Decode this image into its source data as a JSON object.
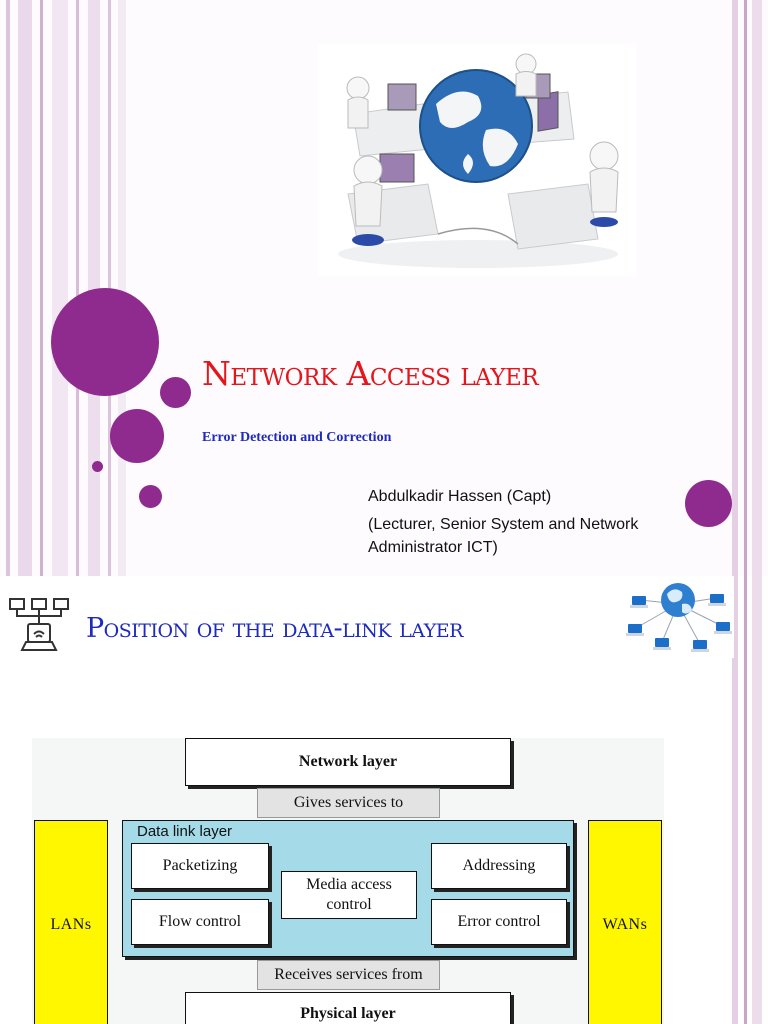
{
  "slide1": {
    "title": "Network Access layer",
    "subtitle": "Error Detection and Correction",
    "author_name": "Abdulkadir Hassen  (Capt)",
    "author_role": "(Lecturer, Senior System and Network Administrator ICT)",
    "accent_color": "#8f2a8e",
    "title_color": "#e3161c"
  },
  "slide2": {
    "title": "Position of the data-link layer",
    "title_color": "#1f2bbf",
    "diagram": {
      "network_layer": "Network layer",
      "gives_services": "Gives services to",
      "data_link_layer": "Data link layer",
      "packetizing": "Packetizing",
      "addressing": "Addressing",
      "media_access_control": "Media access control",
      "flow_control": "Flow control",
      "error_control": "Error control",
      "receives_services": "Receives services from",
      "physical_layer": "Physical layer",
      "lans": "LANs",
      "wans": "WANs"
    }
  },
  "icons": [
    "globe-computers-illustration",
    "network-topology-icon",
    "network-globe-illustration"
  ]
}
